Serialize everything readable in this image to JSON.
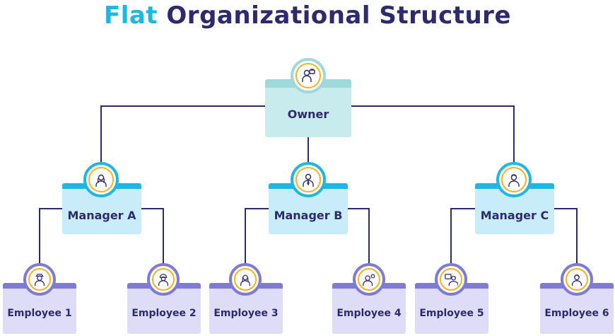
{
  "title": {
    "accent": "Flat",
    "rest": "Organizational Structure"
  },
  "colors": {
    "navy": "#2d2a6e",
    "accent": "#1cb8e0",
    "gold": "#f6b21a",
    "owner_box": "#c8ecee",
    "manager_box": "#c9ecfb",
    "employee_box": "#dedcf7"
  },
  "owner": {
    "label": "Owner",
    "icon": "briefcase-person-icon"
  },
  "managers": [
    {
      "label": "Manager A",
      "icon": "woman-icon"
    },
    {
      "label": "Manager B",
      "icon": "businessman-icon"
    },
    {
      "label": "Manager C",
      "icon": "man-icon"
    }
  ],
  "employees": [
    {
      "label": "Employee 1",
      "icon": "cap-worker-icon"
    },
    {
      "label": "Employee 2",
      "icon": "helmet-worker-icon"
    },
    {
      "label": "Employee 3",
      "icon": "woman-employee-icon"
    },
    {
      "label": "Employee 4",
      "icon": "gear-worker-icon"
    },
    {
      "label": "Employee 5",
      "icon": "computer-worker-icon"
    },
    {
      "label": "Employee 6",
      "icon": "woman-worker-icon"
    }
  ]
}
